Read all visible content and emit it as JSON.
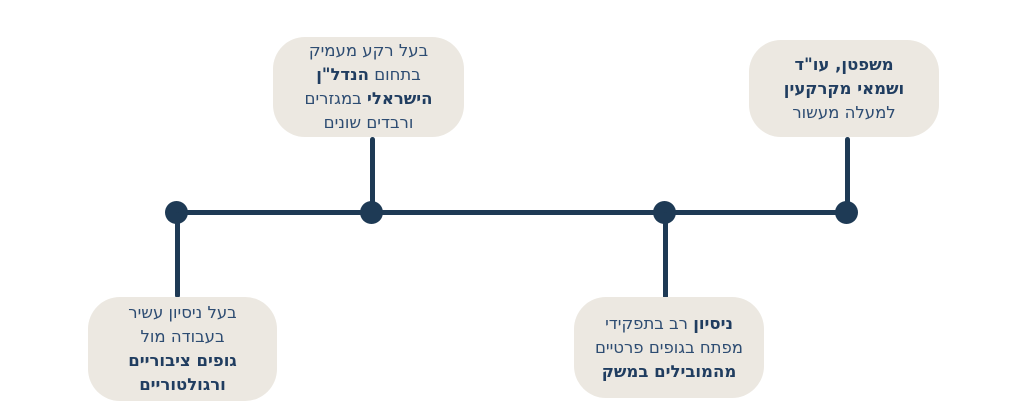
{
  "diagram": {
    "kind": "horizontal-timeline",
    "direction": "rtl",
    "colors": {
      "background": "#ffffff",
      "line_and_dots": "#1e3a55",
      "callout_background": "#ece8e1",
      "text_regular": "#2d4c72",
      "text_bold": "#203d60"
    },
    "node_count": 4
  },
  "callouts": [
    {
      "id": "realestate-background",
      "position": "top",
      "lines": [
        {
          "segments": [
            {
              "text": "בעל רקע מעמיק",
              "bold": false
            }
          ]
        },
        {
          "segments": [
            {
              "text": "בתחום ",
              "bold": false
            },
            {
              "text": "הנדל\"ן",
              "bold": true
            }
          ]
        },
        {
          "segments": [
            {
              "text": "הישראלי",
              "bold": true
            },
            {
              "text": " במגזרים",
              "bold": false
            }
          ]
        },
        {
          "segments": [
            {
              "text": "ורבדים שונים",
              "bold": false
            }
          ]
        }
      ]
    },
    {
      "id": "lawyer-appraiser",
      "position": "top",
      "lines": [
        {
          "segments": [
            {
              "text": "משפטן, עו\"ד",
              "bold": true
            }
          ]
        },
        {
          "segments": [
            {
              "text": "ושמאי מקרקעין",
              "bold": true
            }
          ]
        },
        {
          "segments": [
            {
              "text": "למעלה מעשור",
              "bold": false
            }
          ]
        }
      ]
    },
    {
      "id": "public-bodies-experience",
      "position": "bottom",
      "lines": [
        {
          "segments": [
            {
              "text": "בעל ניסיון עשיר",
              "bold": false
            }
          ]
        },
        {
          "segments": [
            {
              "text": "בעבודה מול",
              "bold": false
            }
          ]
        },
        {
          "segments": [
            {
              "text": "גופים ציבוריים",
              "bold": true
            }
          ]
        },
        {
          "segments": [
            {
              "text": "ורגולטוריים",
              "bold": true
            }
          ]
        }
      ]
    },
    {
      "id": "private-sector-roles",
      "position": "bottom",
      "lines": [
        {
          "segments": [
            {
              "text": "ניסיון",
              "bold": true
            },
            {
              "text": " רב בתפקידי",
              "bold": false
            }
          ]
        },
        {
          "segments": [
            {
              "text": "מפתח בגופים פרטיים",
              "bold": false
            }
          ]
        },
        {
          "segments": [
            {
              "text": "מהמובילים במשק",
              "bold": true
            }
          ]
        }
      ]
    }
  ]
}
